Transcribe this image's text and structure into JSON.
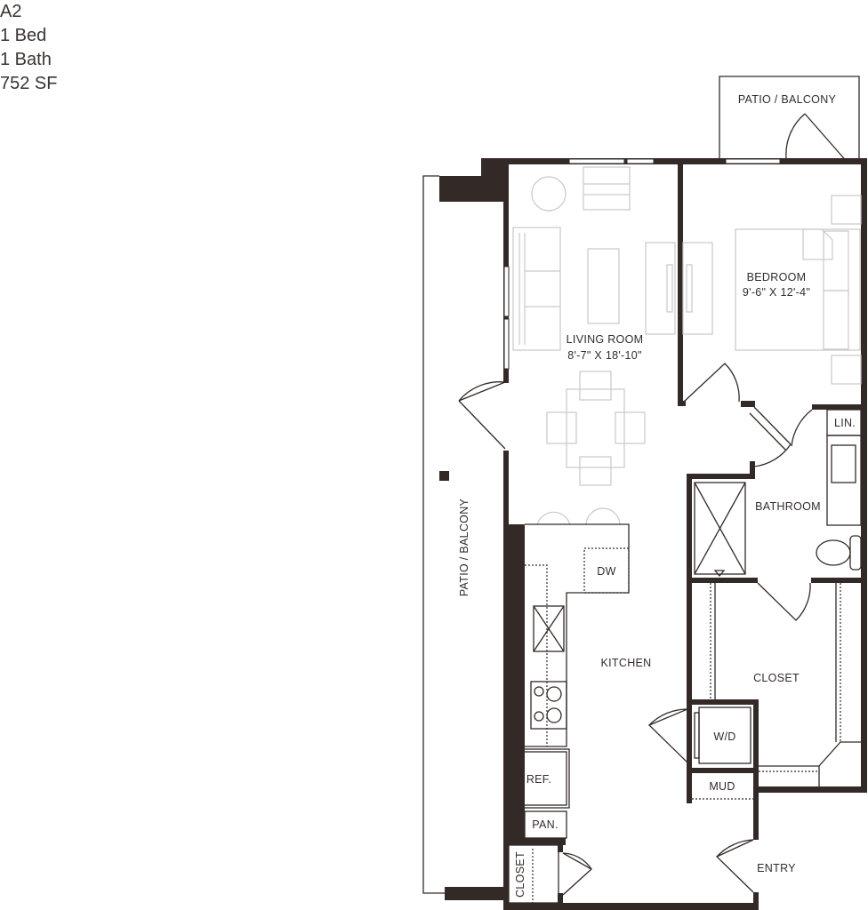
{
  "unit": {
    "name": "A2",
    "beds": "1 Bed",
    "baths": "1 Bath",
    "area": "752 SF"
  },
  "rooms": {
    "patio_top": "PATIO / BALCONY",
    "patio_side": "PATIO / BALCONY",
    "living_name": "LIVING ROOM",
    "living_dims": "8'-7\" X 18'-10\"",
    "bedroom_name": "BEDROOM",
    "bedroom_dims": "9'-6\" X 12'-4\"",
    "linen": "LIN.",
    "bathroom": "BATHROOM",
    "dishwasher": "DW",
    "kitchen": "KITCHEN",
    "closet_main": "CLOSET",
    "washer_dryer": "W/D",
    "mud": "MUD",
    "refrigerator": "REF.",
    "pantry": "PAN.",
    "closet_small": "CLOSET",
    "entry": "ENTRY"
  },
  "colors": {
    "wall": "#332a28",
    "furniture": "#c9c9c9",
    "text": "#3a3432"
  }
}
